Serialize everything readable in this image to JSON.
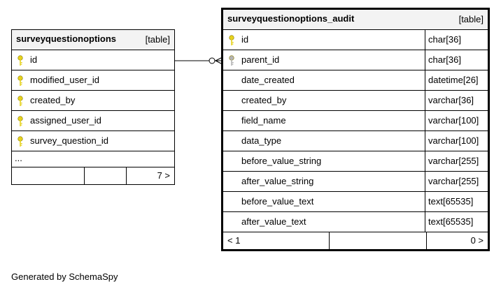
{
  "tables": {
    "left": {
      "name": "surveyquestionoptions",
      "type_label": "[table]",
      "columns": [
        {
          "name": "id",
          "key": "primary"
        },
        {
          "name": "modified_user_id",
          "key": "primary"
        },
        {
          "name": "created_by",
          "key": "primary"
        },
        {
          "name": "assigned_user_id",
          "key": "primary"
        },
        {
          "name": "survey_question_id",
          "key": "primary"
        }
      ],
      "ellipsis": "...",
      "footer": {
        "left": "",
        "middle": "",
        "right": "7 >"
      }
    },
    "right": {
      "name": "surveyquestionoptions_audit",
      "type_label": "[table]",
      "columns": [
        {
          "name": "id",
          "type": "char[36]",
          "key": "primary"
        },
        {
          "name": "parent_id",
          "type": "char[36]",
          "key": "foreign"
        },
        {
          "name": "date_created",
          "type": "datetime[26]",
          "key": "none"
        },
        {
          "name": "created_by",
          "type": "varchar[36]",
          "key": "none"
        },
        {
          "name": "field_name",
          "type": "varchar[100]",
          "key": "none"
        },
        {
          "name": "data_type",
          "type": "varchar[100]",
          "key": "none"
        },
        {
          "name": "before_value_string",
          "type": "varchar[255]",
          "key": "none"
        },
        {
          "name": "after_value_string",
          "type": "varchar[255]",
          "key": "none"
        },
        {
          "name": "before_value_text",
          "type": "text[65535]",
          "key": "none"
        },
        {
          "name": "after_value_text",
          "type": "text[65535]",
          "key": "none"
        }
      ],
      "footer": {
        "left": "< 1",
        "middle": "",
        "right": "0 >"
      }
    }
  },
  "colors": {
    "primary_key": "#e6d21e",
    "foreign_key": "#b4b4b4",
    "header_bg": "#f3f3f3"
  },
  "icons": {
    "primary": "key-icon",
    "foreign": "key-icon"
  },
  "generated_by": "Generated by SchemaSpy"
}
